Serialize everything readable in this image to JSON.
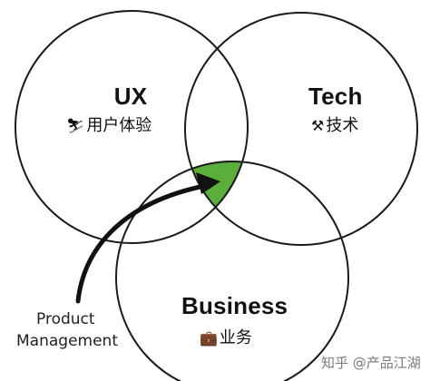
{
  "circles": {
    "ux": {
      "title": "UX",
      "subtitle": "用户体验",
      "icon": "person-skiing-icon"
    },
    "tech": {
      "title": "Tech",
      "subtitle": "技术",
      "icon": "hammer-wrench-icon"
    },
    "business": {
      "title": "Business",
      "subtitle": "业务",
      "icon": "briefcase-icon"
    }
  },
  "arrow_label": {
    "line1": "Product",
    "line2": "Management"
  },
  "watermark": "知乎 @产品江湖",
  "colors": {
    "intersection": "#5bae3b",
    "stroke": "#1a1a1a"
  }
}
